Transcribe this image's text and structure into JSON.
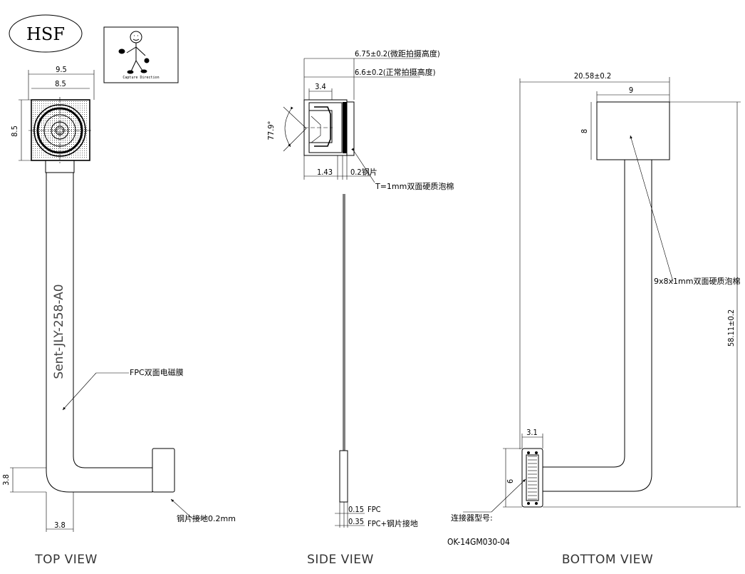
{
  "logo": {
    "text": "HSF"
  },
  "capture_direction": {
    "label": "Capture Direction"
  },
  "top_view": {
    "title": "TOP VIEW",
    "dim_width_outer": "9.5",
    "dim_width_inner": "8.5",
    "dim_height": "8.5",
    "part_marking": "Sent-JLY-258-A0",
    "fpc_note": "FPC双面电磁膜",
    "dim_tail_height": "3.8",
    "dim_tail_width": "3.8",
    "stiffener_note": "钢片接地0.2mm"
  },
  "side_view": {
    "title": "SIDE VIEW",
    "dim_macro_height": "6.75±0.2(微距拍摄高度)",
    "dim_normal_height": "6.6±0.2(正常拍摄高度)",
    "dim_lens": "3.4",
    "angle": "77.9°",
    "dim_base": "1.43",
    "dim_steel": "0.2钢片",
    "foam_note": "T=1mm双面硬质泡棉",
    "dim_fpc": "0.15",
    "fpc_label": "FPC",
    "dim_fpc_steel": "0.35",
    "fpc_steel_label": "FPC+钢片接地"
  },
  "bottom_view": {
    "title": "BOTTOM VIEW",
    "dim_total_width": "20.58±0.2",
    "dim_pad_width": "9",
    "dim_pad_height": "8",
    "foam_note": "9x8x1mm双面硬质泡棉",
    "dim_total_height": "58.11±0.2",
    "dim_conn_width": "3.1",
    "dim_conn_height": "6",
    "connector_label": "连接器型号:",
    "connector_model": "OK-14GM030-04"
  }
}
